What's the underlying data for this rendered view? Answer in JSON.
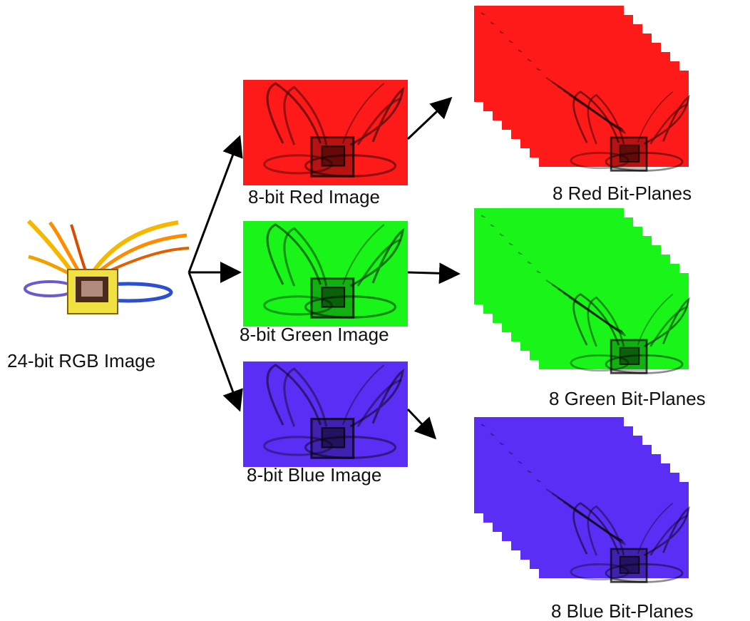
{
  "labels": {
    "rgb": "24-bit RGB Image",
    "red": "8-bit Red Image",
    "green": "8-bit Green Image",
    "blue": "8-bit Blue Image",
    "red_planes": "8 Red Bit-Planes",
    "green_planes": "8 Green Bit-Planes",
    "blue_planes": "8 Blue Bit-Planes"
  },
  "colors": {
    "red": "#ff1a1a",
    "green": "#19f519",
    "blue": "#5a2ef5",
    "arrow": "#000000"
  },
  "bit_planes_per_channel": 8
}
